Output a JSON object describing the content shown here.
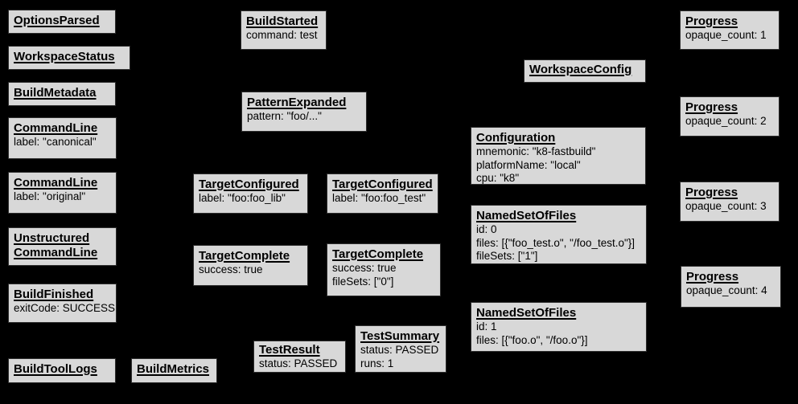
{
  "diagram": {
    "background_color": "#000000",
    "node_fill_color": "#d8d8d8",
    "node_border_color": "#2e2e2e",
    "text_color": "#000000"
  },
  "nodes": [
    {
      "title": "OptionsParsed",
      "fields": ""
    },
    {
      "title": "WorkspaceStatus",
      "fields": ""
    },
    {
      "title": "BuildMetadata",
      "fields": ""
    },
    {
      "title": "CommandLine",
      "fields": "label: \"canonical\""
    },
    {
      "title": "CommandLine",
      "fields": "label: \"original\""
    },
    {
      "title": "Unstructured\nCommandLine",
      "fields": ""
    },
    {
      "title": "BuildFinished",
      "fields": "exitCode: SUCCESS"
    },
    {
      "title": "BuildToolLogs",
      "fields": ""
    },
    {
      "title": "BuildMetrics",
      "fields": ""
    },
    {
      "title": "BuildStarted",
      "fields": "command: test"
    },
    {
      "title": "PatternExpanded",
      "fields": "pattern: \"foo/...\""
    },
    {
      "title": "TargetConfigured",
      "fields": "label: \"foo:foo_lib\""
    },
    {
      "title": "TargetConfigured",
      "fields": "label: \"foo:foo_test\""
    },
    {
      "title": "TargetComplete",
      "fields": "success: true"
    },
    {
      "title": "TargetComplete",
      "fields": "success: true\nfileSets: [\"0\"]"
    },
    {
      "title": "TestResult",
      "fields": "status: PASSED"
    },
    {
      "title": "TestSummary",
      "fields": "status: PASSED\nruns: 1"
    },
    {
      "title": "WorkspaceConfig",
      "fields": ""
    },
    {
      "title": "Configuration",
      "fields": "mnemonic: \"k8-fastbuild\"\nplatformName: \"local\"\ncpu: \"k8\""
    },
    {
      "title": "NamedSetOfFiles",
      "fields": "id: 0\nfiles: [{\"foo_test.o\", \"/foo_test.o\"}]\nfileSets: [\"1\"]"
    },
    {
      "title": "NamedSetOfFiles",
      "fields": "id: 1\nfiles: [{\"foo.o\", \"/foo.o\"}]"
    },
    {
      "title": "Progress",
      "fields": "opaque_count: 1"
    },
    {
      "title": "Progress",
      "fields": "opaque_count: 2"
    },
    {
      "title": "Progress",
      "fields": "opaque_count: 3"
    },
    {
      "title": "Progress",
      "fields": "opaque_count: 4"
    }
  ]
}
